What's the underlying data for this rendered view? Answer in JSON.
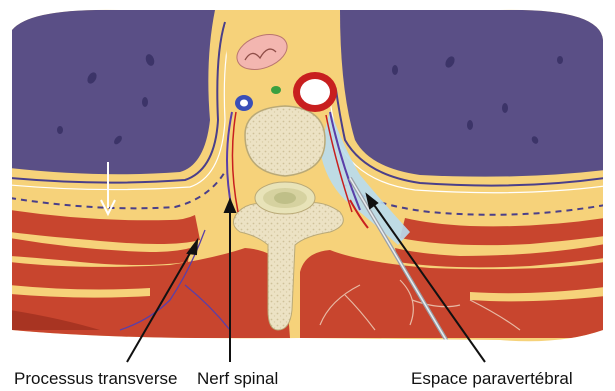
{
  "labels": {
    "transverse_process": "Processus transverse",
    "spinal_nerve": "Nerf spinal",
    "paravertebral_space": "Espace paravertébral"
  },
  "colors": {
    "thoracic_cavity": "#5a4f86",
    "fat": "#f6d27a",
    "muscle": "#c8452e",
    "muscle_dark": "#8e2a1c",
    "bone": "#e9dfbf",
    "vein_blue": "#3a4fb8",
    "artery_red": "#c81f1f",
    "paravertebral_blue": "#b8dcf0",
    "pleura_line": "#4a3f8a"
  }
}
